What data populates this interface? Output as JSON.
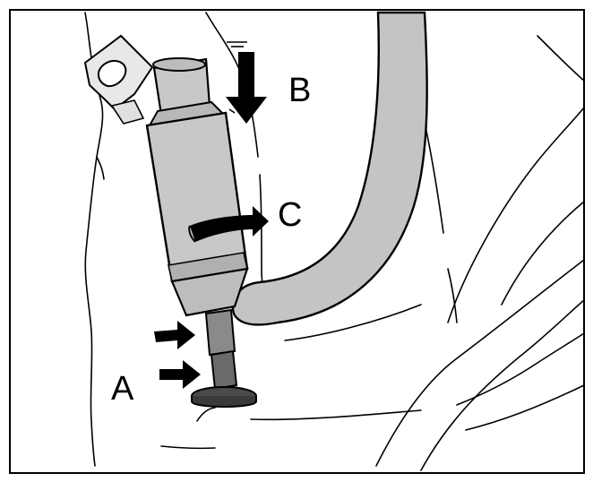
{
  "labels": {
    "a": "A",
    "b": "B",
    "c": "C"
  },
  "colors": {
    "frame": "#000000",
    "background": "#ffffff",
    "part_fill": "#c8c8c8",
    "part_shadow": "#a8a8a8",
    "washer_fill": "#4a4a4a",
    "hose_fill": "#c4c4c4",
    "arrow_fill": "#000000"
  },
  "icons": {
    "arrow_b": "down-arrow-icon",
    "arrow_c": "rotate-arrow-icon",
    "arrows_a": "right-arrow-icon"
  }
}
